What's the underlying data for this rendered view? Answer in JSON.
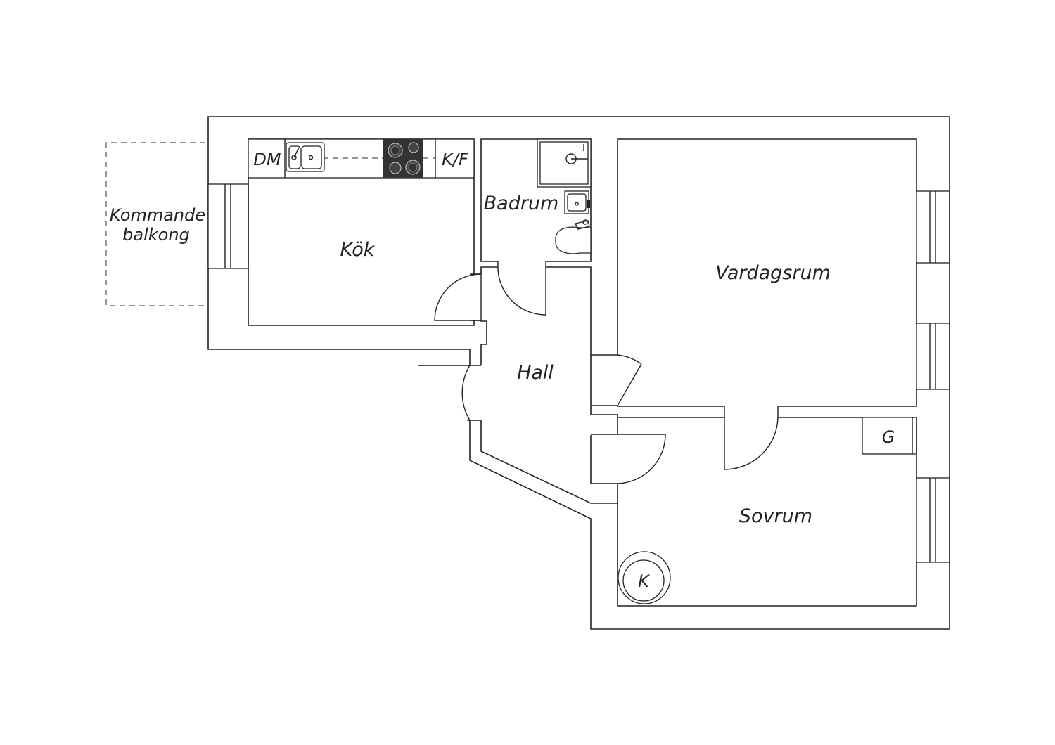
{
  "rooms": {
    "kitchen": "Kök",
    "bathroom": "Badrum",
    "living_room": "Vardagsrum",
    "hall": "Hall",
    "bedroom": "Sovrum"
  },
  "balcony": {
    "line1": "Kommande",
    "line2": "balkong"
  },
  "appliances": {
    "dishwasher": "DM",
    "fridge_freezer": "K/F",
    "wardrobe": "G",
    "stove": "K"
  },
  "colors": {
    "line": "#222222",
    "background": "#ffffff",
    "hob": "#333333"
  }
}
